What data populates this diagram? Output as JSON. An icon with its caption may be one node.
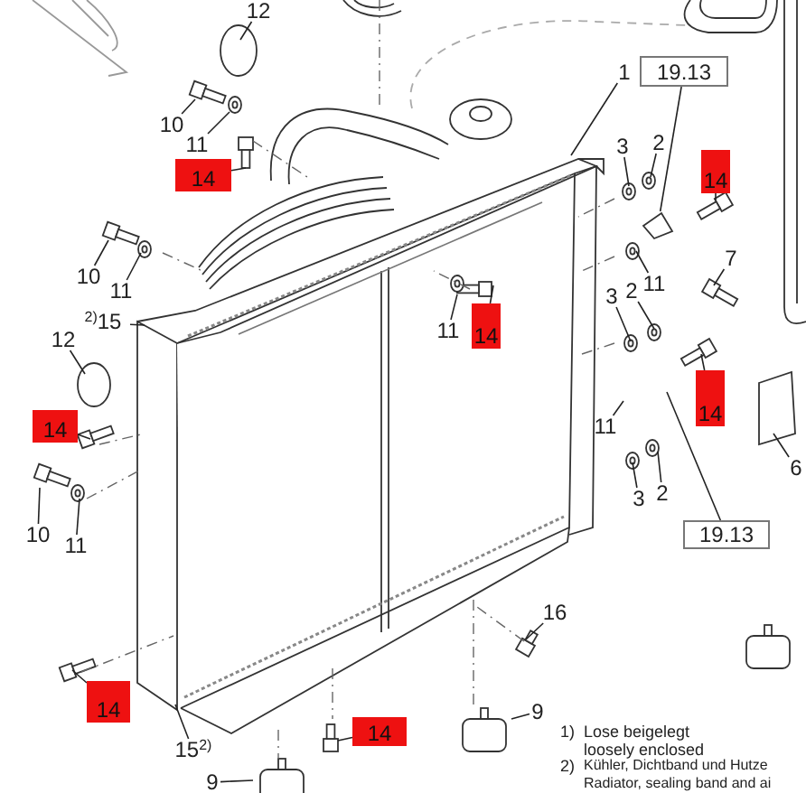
{
  "diagram": {
    "nodes": [
      {
        "text": [
          "12"
        ]
      },
      {
        "text": [
          "1"
        ]
      },
      {
        "text": [
          "19.13"
        ]
      },
      {
        "text": [
          "10"
        ]
      },
      {
        "text": [
          "3"
        ]
      },
      {
        "text": [
          "2"
        ]
      },
      {
        "text": [
          "14"
        ]
      },
      {
        "text": [
          "11"
        ]
      },
      {
        "text": [
          "14"
        ]
      },
      {
        "text": [
          "10"
        ]
      },
      {
        "text": [
          "11"
        ]
      },
      {
        "text": [
          "7"
        ]
      },
      {
        "text": [
          "11"
        ]
      },
      {
        "text": [
          "11"
        ]
      },
      {
        "text": [
          "14"
        ]
      },
      {
        "text": [
          "$^{2)}$15"
        ]
      },
      {
        "text": [
          "3"
        ]
      },
      {
        "text": [
          "2"
        ]
      },
      {
        "text": [
          "12"
        ]
      },
      {
        "text": [
          "14"
        ]
      },
      {
        "text": [
          "14"
        ]
      },
      {
        "text": [
          "11"
        ]
      },
      {
        "text": [
          "2"
        ]
      },
      {
        "text": [
          "3"
        ]
      },
      {
        "text": [
          "6"
        ]
      },
      {
        "text": [
          "10"
        ]
      },
      {
        "text": [
          "11"
        ]
      },
      {
        "text": [
          "19.13"
        ]
      },
      {
        "text": [
          "16"
        ]
      },
      {
        "text": [
          "14"
        ]
      },
      {
        "text": [
          "9"
        ]
      },
      {
        "text": [
          "14"
        ]
      },
      {
        "text": [
          "15$^{2)}$"
        ]
      },
      {
        "text": [
          "9"
        ]
      },
      {
        "text": [],
        "shape": "bracket"
      }
    ],
    "edges": [
      {
        "from": 0,
        "to": null,
        "arrow": "none"
      },
      {
        "from": 1,
        "to": null,
        "arrow": "none"
      },
      {
        "from": 2,
        "to": 34,
        "arrow": "none"
      },
      {
        "from": 3,
        "to": null,
        "arrow": "none"
      },
      {
        "from": 4,
        "to": null,
        "arrow": "none"
      },
      {
        "from": 5,
        "to": null,
        "arrow": "none"
      },
      {
        "from": 6,
        "to": null,
        "arrow": "none"
      },
      {
        "from": 7,
        "to": null,
        "arrow": "none"
      },
      {
        "from": 8,
        "to": null,
        "arrow": "none"
      },
      {
        "from": 9,
        "to": null,
        "arrow": "none"
      },
      {
        "from": 10,
        "to": null,
        "arrow": "none"
      },
      {
        "from": 11,
        "to": null,
        "arrow": "none"
      },
      {
        "from": 12,
        "to": null,
        "arrow": "none"
      },
      {
        "from": 13,
        "to": null,
        "arrow": "none"
      },
      {
        "from": 14,
        "to": null,
        "arrow": "none"
      },
      {
        "from": 15,
        "to": null,
        "arrow": "none"
      },
      {
        "from": 16,
        "to": null,
        "arrow": "none"
      },
      {
        "from": 17,
        "to": null,
        "arrow": "none"
      },
      {
        "from": 18,
        "to": null,
        "arrow": "none"
      },
      {
        "from": 19,
        "to": null,
        "arrow": "none"
      },
      {
        "from": 20,
        "to": null,
        "arrow": "none"
      },
      {
        "from": 21,
        "to": null,
        "arrow": "none"
      },
      {
        "from": 22,
        "to": null,
        "arrow": "none"
      },
      {
        "from": 23,
        "to": null,
        "arrow": "none"
      },
      {
        "from": 24,
        "to": null,
        "arrow": "none"
      },
      {
        "from": 25,
        "to": null,
        "arrow": "none"
      },
      {
        "from": 26,
        "to": null,
        "arrow": "none"
      },
      {
        "from": 27,
        "to": null,
        "arrow": "none"
      },
      {
        "from": 28,
        "to": null,
        "arrow": "none"
      },
      {
        "from": 29,
        "to": null,
        "arrow": "none"
      },
      {
        "from": 30,
        "to": null,
        "arrow": "none"
      },
      {
        "from": 31,
        "to": null,
        "arrow": "none"
      },
      {
        "from": 32,
        "to": null,
        "arrow": "none"
      },
      {
        "from": 33,
        "to": null,
        "arrow": "none"
      }
    ],
    "labels": [
      "1)",
      "Lose beigelegt loosely enclosed",
      "2)",
      "Kühler, Dichtband und Hutze Radiator, sealing band and ai"
    ]
  }
}
